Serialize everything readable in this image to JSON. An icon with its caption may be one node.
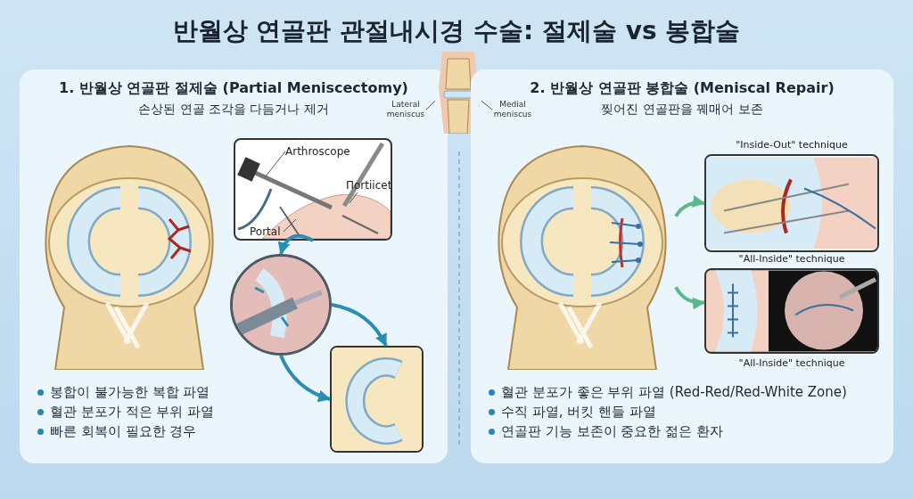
{
  "diagram": {
    "title": "반월상 연골판 관절내시경 수술: 절제술 vs 봉합술",
    "nodes": [
      {
        "text": [
          "1. 반월상 연골판 절제술 (Partial Meniscectomy)",
          "손상된 연골 조각을 다듬거나 제거",
          "봉합이 불가능한 복합 파열",
          "혈관 분포가 적은 부위 파열",
          "빠른 회복이 필요한 경우"
        ]
      },
      {
        "text": [],
        "shape": "picture",
        "in": 0
      },
      {
        "text": [],
        "shape": "picture",
        "in": 0
      },
      {
        "text": [
          "Arthroscope"
        ],
        "in": 2
      },
      {
        "text": [
          "Πortiicet"
        ],
        "in": 2
      },
      {
        "text": [
          "Portal"
        ],
        "in": 2
      },
      {
        "text": [],
        "shape": "picture",
        "in": 0
      },
      {
        "text": [],
        "shape": "picture",
        "in": 0
      },
      {
        "text": [],
        "shape": "picture"
      },
      {
        "text": [
          "Lateral meniscus"
        ],
        "in": 0
      },
      {
        "text": [
          "Medial meniscus"
        ],
        "in": 11
      },
      {
        "text": [
          "2. 반월상 연골판 봉합술 (Meniscal Repair)",
          "찢어진 연골판을 꿰매어 보존",
          "혈관 분포가 좋은 부위 파열 (Red-Red/Red-White Zone)",
          "수직 파열, 버킷 핸들 파열",
          "연골판 기능 보존이 중요한 젊은 환자"
        ]
      },
      {
        "text": [],
        "shape": "picture",
        "in": 11
      },
      {
        "text": [
          "\"Inside-Out\" technique"
        ],
        "in": 11
      },
      {
        "text": [
          "\"All-Inside\" technique",
          "\"All-Inside\" technique"
        ],
        "in": 11
      }
    ],
    "edges": [
      {
        "from": 3,
        "to": null,
        "arrow": "none"
      },
      {
        "from": 4,
        "to": null,
        "arrow": "none"
      },
      {
        "from": 5,
        "to": null,
        "arrow": "none"
      },
      {
        "from": 2,
        "to": 6,
        "arrow": "to",
        "style": "thick",
        "color": "#2b8db3"
      },
      {
        "from": 6,
        "to": 7,
        "arrow": "to",
        "style": "thick",
        "color": "#2b8db3"
      },
      {
        "from": 6,
        "to": 7,
        "arrow": "to",
        "style": "thick",
        "color": "#2b8db3"
      },
      {
        "from": 9,
        "to": 8,
        "arrow": "none"
      },
      {
        "from": 10,
        "to": 8,
        "arrow": "none"
      },
      {
        "from": 12,
        "to": 13,
        "arrow": "to",
        "style": "thick",
        "color": "#5cb88a"
      },
      {
        "from": 12,
        "to": 14,
        "arrow": "to",
        "style": "thick",
        "color": "#5cb88a"
      }
    ]
  }
}
